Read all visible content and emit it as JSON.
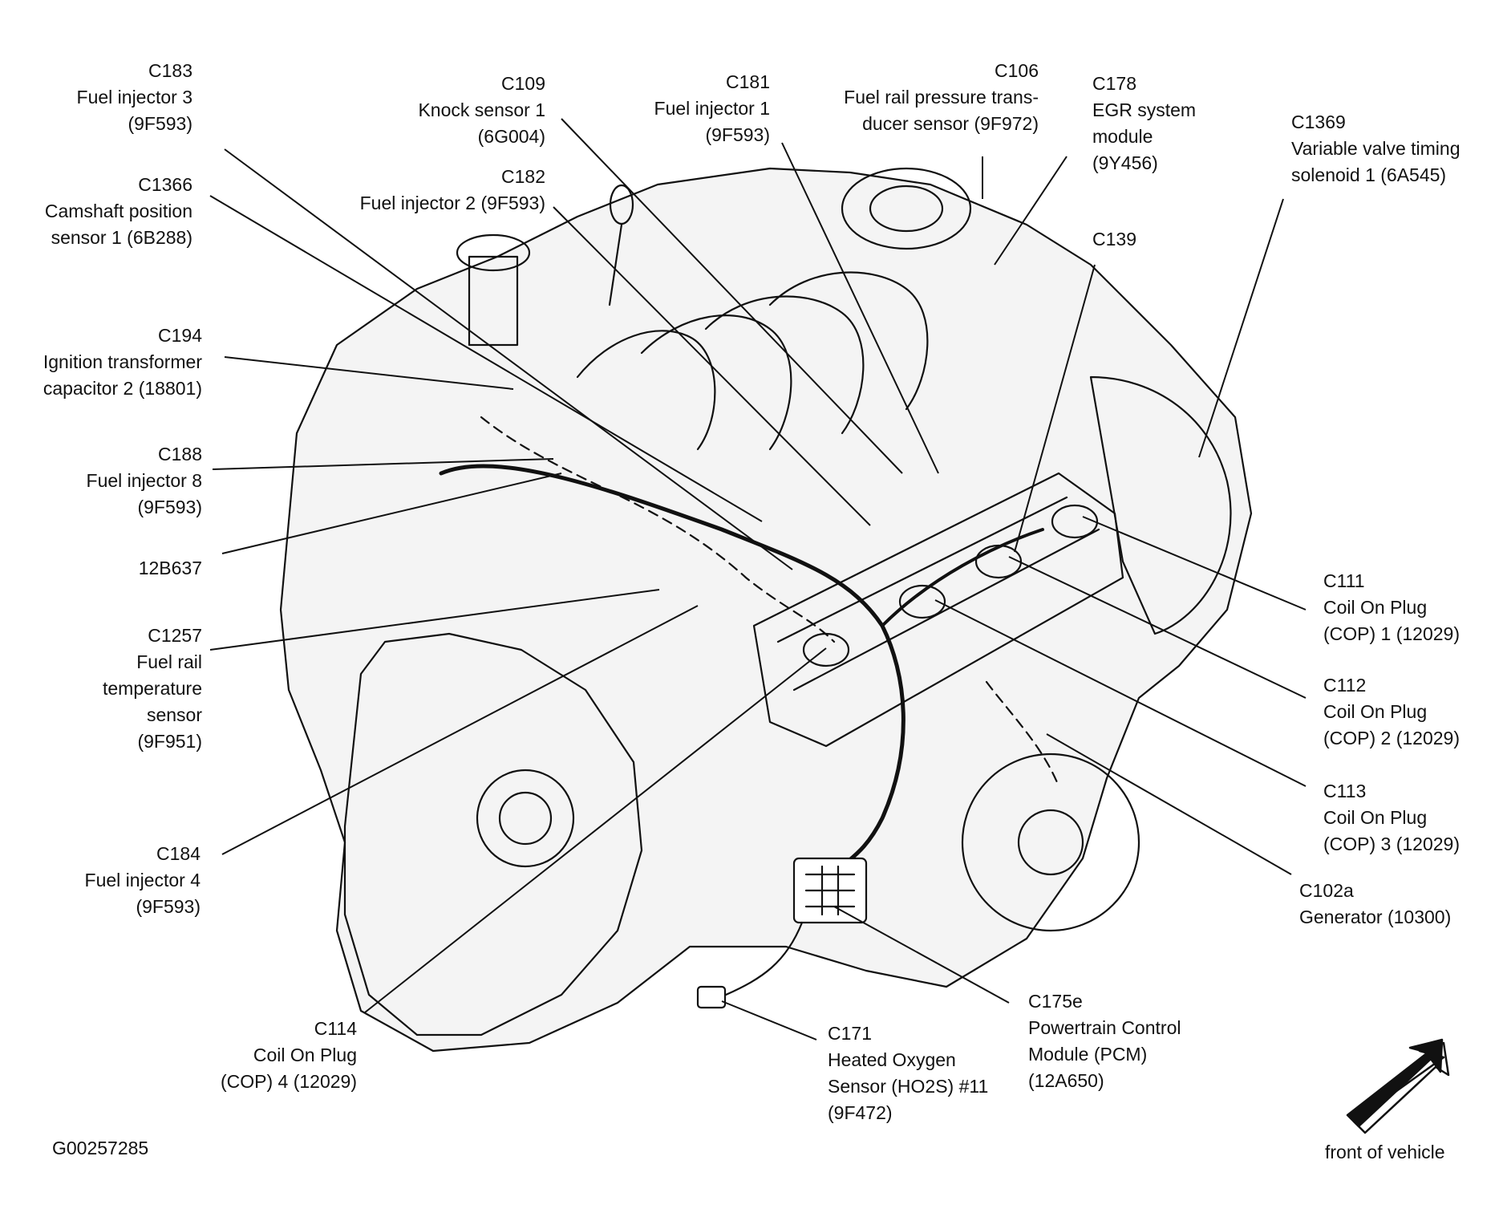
{
  "figure_id": "G00257285",
  "orientation_label": "front of vehicle",
  "colors": {
    "ink": "#111111",
    "background": "#ffffff",
    "engine_fill": "#f4f4f4"
  },
  "callouts": [
    {
      "id": "c183",
      "lines": [
        "C183",
        "Fuel injector 3",
        "(9F593)"
      ]
    },
    {
      "id": "c1366",
      "lines": [
        "C1366",
        "Camshaft position",
        "sensor 1 (6B288)"
      ]
    },
    {
      "id": "c194",
      "lines": [
        "C194",
        "Ignition transformer",
        "capacitor 2 (18801)"
      ]
    },
    {
      "id": "c188",
      "lines": [
        "C188",
        "Fuel injector 8",
        "(9F593)"
      ]
    },
    {
      "id": "12b637",
      "lines": [
        "12B637"
      ]
    },
    {
      "id": "c1257",
      "lines": [
        "C1257",
        "Fuel rail",
        "temperature",
        "sensor",
        "(9F951)"
      ]
    },
    {
      "id": "c184",
      "lines": [
        "C184",
        "Fuel injector 4",
        "(9F593)"
      ]
    },
    {
      "id": "c114",
      "lines": [
        "C114",
        "Coil On Plug",
        "(COP) 4 (12029)"
      ]
    },
    {
      "id": "c109",
      "lines": [
        "C109",
        "Knock sensor 1",
        "(6G004)"
      ]
    },
    {
      "id": "c182",
      "lines": [
        "C182",
        "Fuel injector 2 (9F593)"
      ]
    },
    {
      "id": "c181",
      "lines": [
        "C181",
        "Fuel injector 1",
        "(9F593)"
      ]
    },
    {
      "id": "c106",
      "lines": [
        "C106",
        "Fuel rail pressure trans-",
        "ducer sensor (9F972)"
      ]
    },
    {
      "id": "c178",
      "lines": [
        "C178",
        "EGR system",
        "module",
        "(9Y456)"
      ]
    },
    {
      "id": "c139",
      "lines": [
        "C139"
      ]
    },
    {
      "id": "c1369",
      "lines": [
        "C1369",
        "Variable valve timing",
        "solenoid 1 (6A545)"
      ]
    },
    {
      "id": "c111",
      "lines": [
        "C111",
        "Coil On Plug",
        "(COP) 1 (12029)"
      ]
    },
    {
      "id": "c112",
      "lines": [
        "C112",
        "Coil On Plug",
        "(COP) 2 (12029)"
      ]
    },
    {
      "id": "c113",
      "lines": [
        "C113",
        "Coil On Plug",
        "(COP) 3 (12029)"
      ]
    },
    {
      "id": "c102a",
      "lines": [
        "C102a",
        "Generator (10300)"
      ]
    },
    {
      "id": "c175e",
      "lines": [
        "C175e",
        "Powertrain Control",
        "Module (PCM)",
        "(12A650)"
      ]
    },
    {
      "id": "c171",
      "lines": [
        "C171",
        "Heated Oxygen",
        "Sensor (HO2S) #11",
        "(9F472)"
      ]
    }
  ]
}
